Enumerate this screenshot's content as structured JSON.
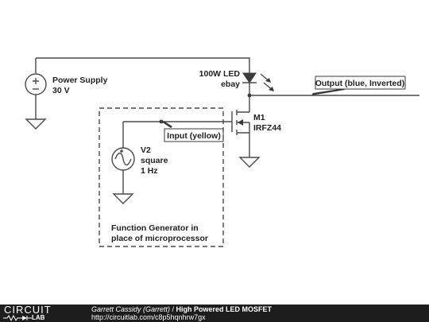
{
  "components": {
    "power_supply": {
      "name": "Power Supply",
      "value": "30 V"
    },
    "led": {
      "name": "100W LED",
      "note": "ebay"
    },
    "mosfet": {
      "ref": "M1",
      "part": "IRFZ44"
    },
    "v2": {
      "ref": "V2",
      "type": "square",
      "freq": "1 Hz"
    }
  },
  "net_labels": {
    "output": "Output (blue, Inverted)",
    "input": "Input (yellow)"
  },
  "annotation": {
    "line1": "Function Generator in",
    "line2": "place of microprocessor"
  },
  "footer": {
    "logo_word": "CIRCUIT",
    "logo_sub": "LAB",
    "author": "Garrett Cassidy (Garrett)",
    "separator": " / ",
    "title": "High Powered LED MOSFET",
    "url": "http://circuitlab.com/c8p5hqnhrw7gx"
  }
}
